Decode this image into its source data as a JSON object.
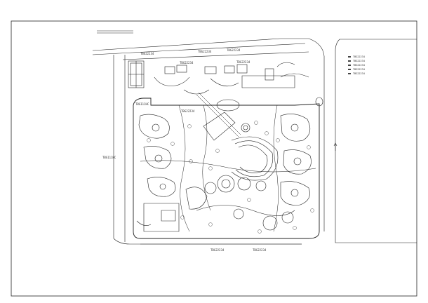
{
  "drawing": {
    "top_road_label_left": "TBG22234",
    "top_road_label_mid": "TBG22234",
    "top_road_label_right": "TBG22234",
    "left_road_label": "TBG111HC",
    "left_ext_label": "TBG111HC",
    "bottom_label_left": "TBG22234",
    "bottom_label_right": "TBG22234",
    "mid_label_1": "TBG22234",
    "mid_label_2": "TBG22234",
    "mid_label_3": "TBG22234"
  },
  "legend": {
    "items": [
      "TBG22234",
      "TBG22234",
      "TBG22234",
      "TBG22234",
      "TBG22234"
    ]
  },
  "colors": {
    "line": "#222222",
    "paper": "#ffffff"
  }
}
